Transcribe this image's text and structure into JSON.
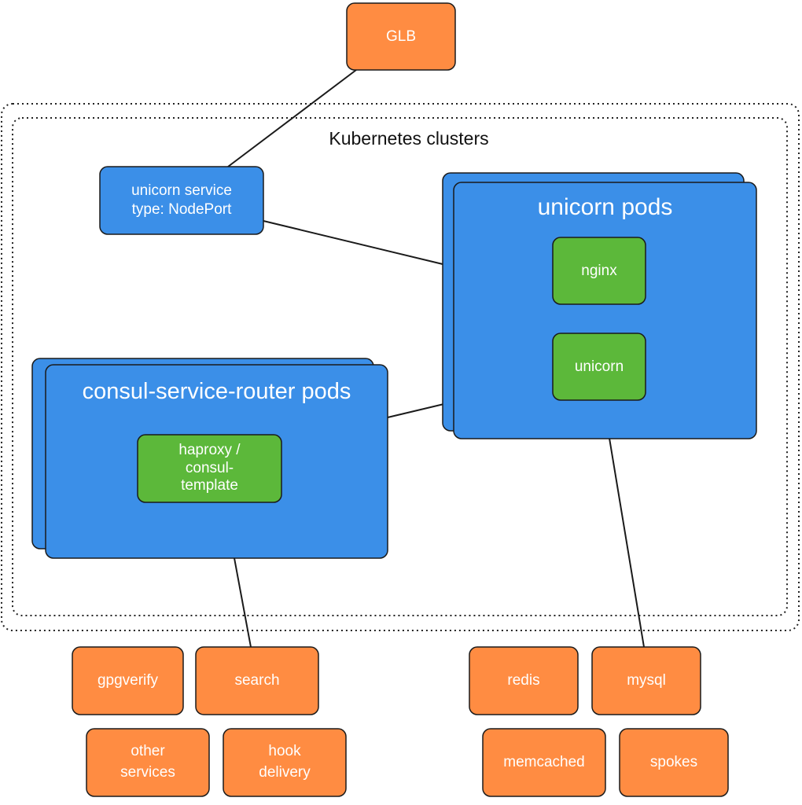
{
  "cluster": {
    "title": "Kubernetes clusters"
  },
  "nodes": {
    "glb": {
      "label": "GLB"
    },
    "unicorn_service": {
      "label": "unicorn service\ntype: NodePort"
    },
    "unicorn_pods": {
      "label": "unicorn pods"
    },
    "nginx": {
      "label": "nginx"
    },
    "unicorn": {
      "label": "unicorn"
    },
    "csr_pods": {
      "label": "consul-service-router pods"
    },
    "haproxy": {
      "label": "haproxy /\nconsul-\ntemplate"
    },
    "gpgverify": {
      "label": "gpgverify"
    },
    "search": {
      "label": "search"
    },
    "other_services": {
      "label": "other\nservices"
    },
    "hook_delivery": {
      "label": "hook\ndelivery"
    },
    "redis": {
      "label": "redis"
    },
    "mysql": {
      "label": "mysql"
    },
    "memcached": {
      "label": "memcached"
    },
    "spokes": {
      "label": "spokes"
    }
  },
  "colors": {
    "orange": "#ff8c42",
    "blue": "#3b8fe8",
    "green": "#5cb83a",
    "stroke": "#1a1a1a"
  }
}
